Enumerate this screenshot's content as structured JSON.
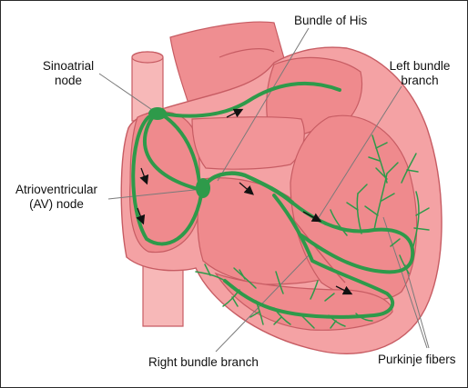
{
  "labels": {
    "sinoatrial_line1": "Sinoatrial",
    "sinoatrial_line2": "node",
    "bundle_of_his": "Bundle of His",
    "left_bundle_line1": "Left bundle",
    "left_bundle_line2": "branch",
    "av_line1": "Atrioventricular",
    "av_line2": "(AV) node",
    "right_bundle": "Right bundle branch",
    "purkinje": "Purkinje fibers"
  },
  "colors": {
    "conduction": "#2e9a4a",
    "muscle": "#f08b8b",
    "muscle_dark": "#e06f74",
    "vessel": "#f7b8b8",
    "outline": "#c75c63",
    "leader_line": "#7a7a7a",
    "arrow": "#111111"
  }
}
